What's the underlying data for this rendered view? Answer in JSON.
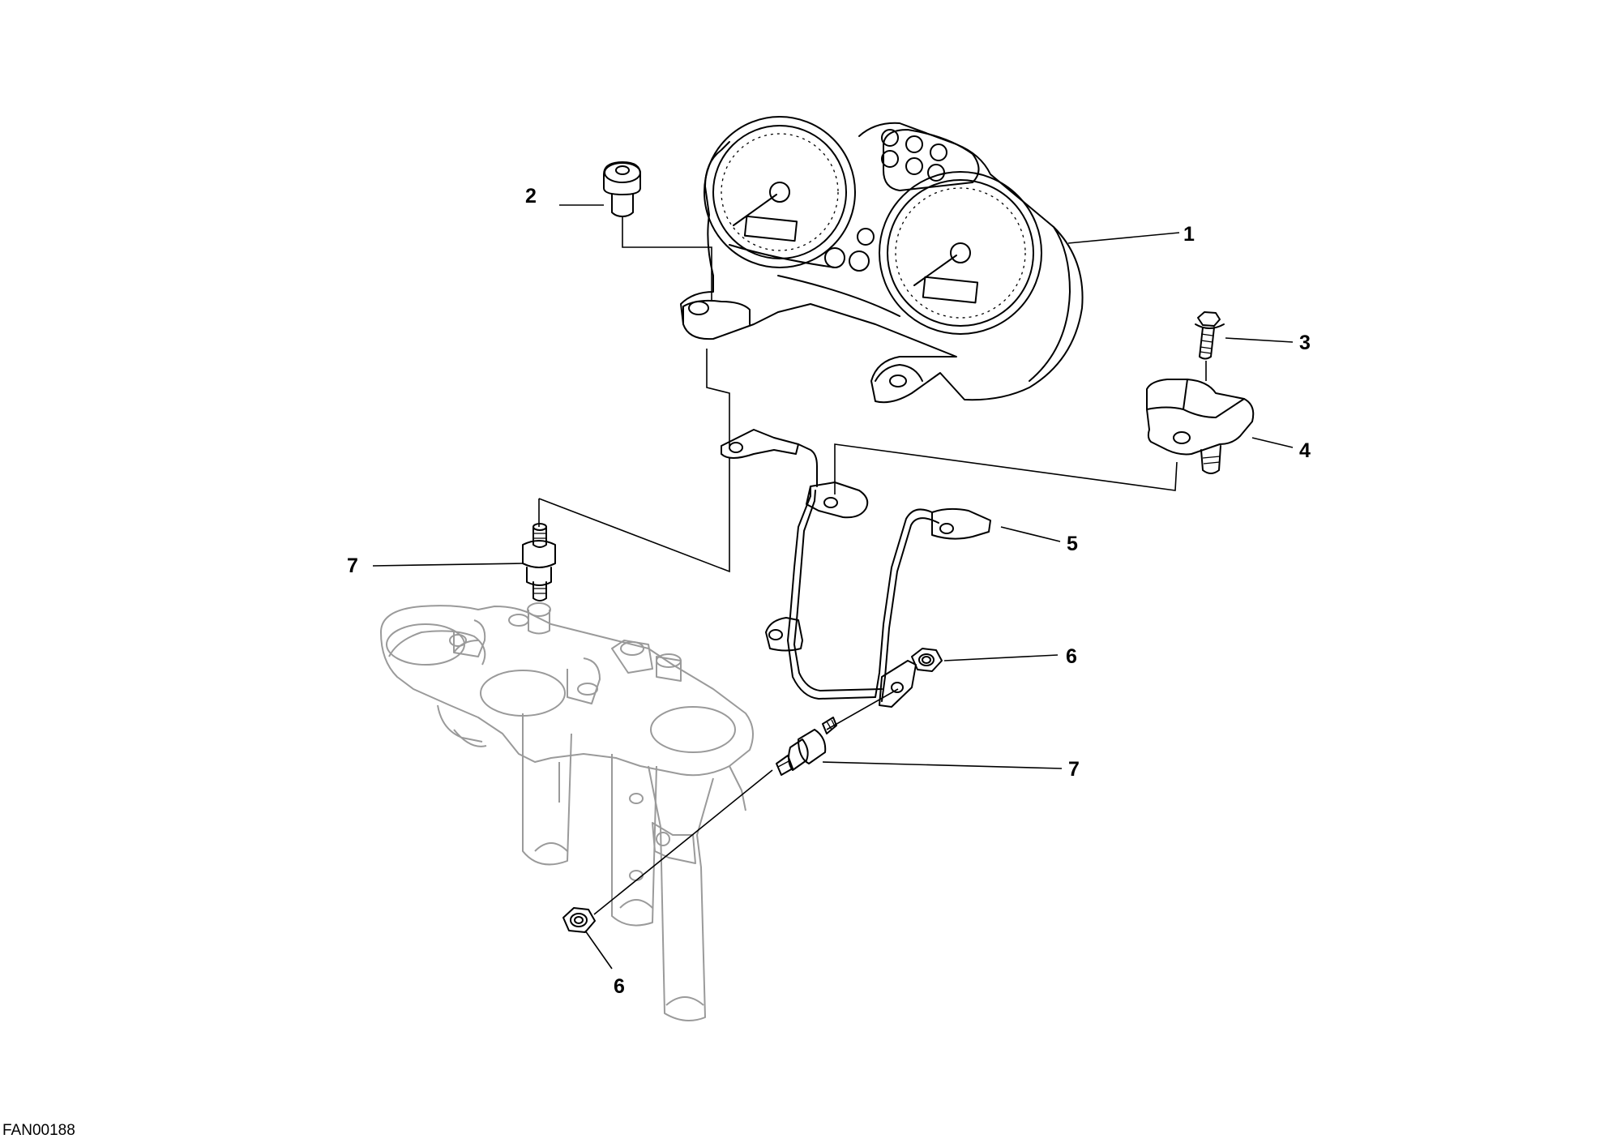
{
  "drawing_code": "FAN00188",
  "callouts": [
    {
      "id": "c1",
      "label": "1"
    },
    {
      "id": "c2",
      "label": "2"
    },
    {
      "id": "c3",
      "label": "3"
    },
    {
      "id": "c4",
      "label": "4"
    },
    {
      "id": "c5",
      "label": "5"
    },
    {
      "id": "c6a",
      "label": "6"
    },
    {
      "id": "c6b",
      "label": "6"
    },
    {
      "id": "c7a",
      "label": "7"
    },
    {
      "id": "c7b",
      "label": "7"
    }
  ]
}
